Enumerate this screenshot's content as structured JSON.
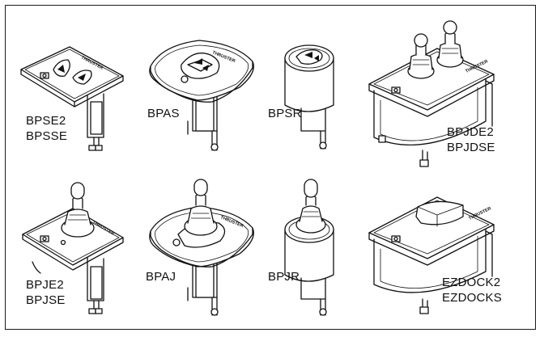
{
  "brand": "THRUSTER",
  "panels": [
    {
      "id": "bpse2",
      "labels": [
        "BPSE2",
        "BPSSE"
      ]
    },
    {
      "id": "bpas",
      "labels": [
        "BPAS"
      ]
    },
    {
      "id": "bpsr",
      "labels": [
        "BPSR"
      ]
    },
    {
      "id": "bpjde2",
      "labels": [
        "BPJDE2",
        "BPJDSE"
      ]
    },
    {
      "id": "bpje2",
      "labels": [
        "BPJE2",
        "BPJSE"
      ]
    },
    {
      "id": "bpaj",
      "labels": [
        "BPAJ"
      ]
    },
    {
      "id": "bpjr",
      "labels": [
        "BPJR"
      ]
    },
    {
      "id": "ezdock2",
      "labels": [
        "EZDOCK2",
        "EZDOCKS"
      ]
    }
  ]
}
